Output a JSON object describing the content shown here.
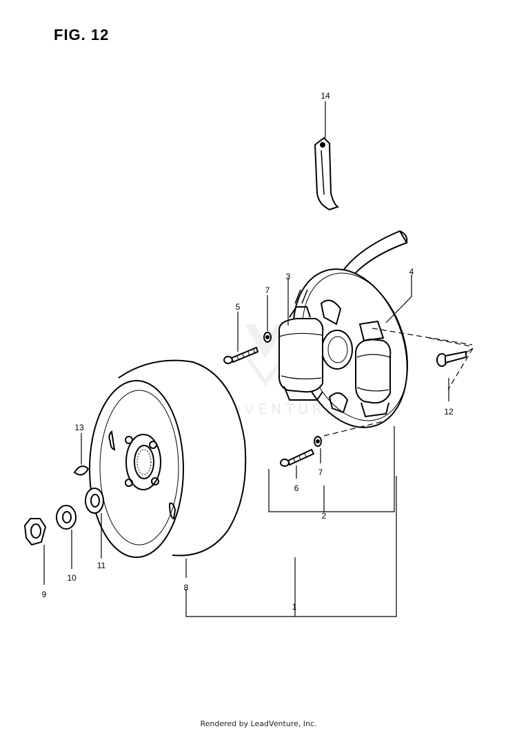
{
  "figure": {
    "title": "FIG. 12"
  },
  "watermark": {
    "text": "LEADVENTURE"
  },
  "callouts": [
    "1",
    "2",
    "3",
    "4",
    "5",
    "6",
    "7",
    "7",
    "8",
    "9",
    "10",
    "11",
    "12",
    "13",
    "14"
  ],
  "footer": {
    "text": "Rendered by LeadVenture, Inc."
  }
}
